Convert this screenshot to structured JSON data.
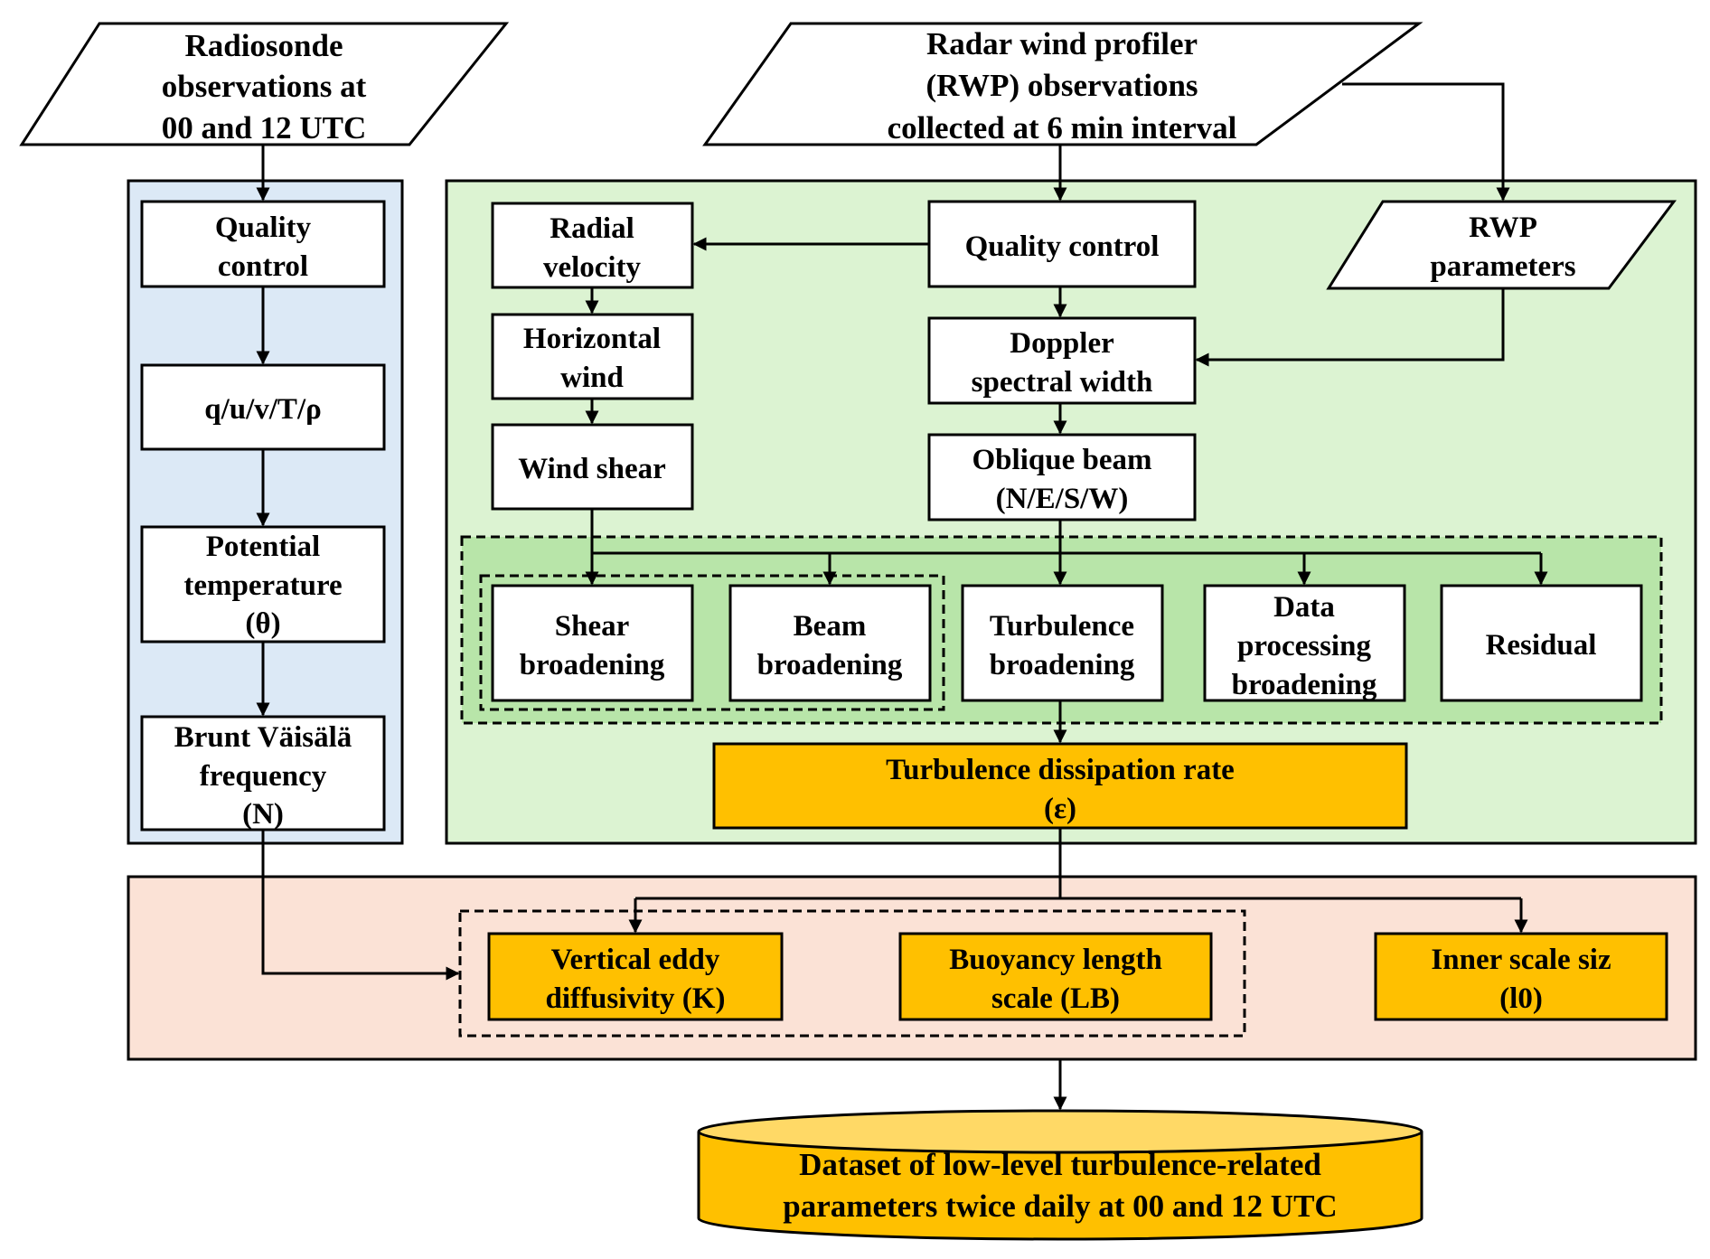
{
  "inputs": {
    "radiosonde": [
      "Radiosonde",
      "observations at",
      "00 and 12 UTC"
    ],
    "rwp": [
      "Radar wind profiler",
      "(RWP) observations",
      "collected at 6 min interval"
    ]
  },
  "radiosonde_chain": {
    "quality_control": [
      "Quality",
      "control"
    ],
    "variables": "q/u/v/T/ρ",
    "potential_temperature": [
      "Potential",
      "temperature",
      "(θ)"
    ],
    "brunt_vaisala": [
      "Brunt Väisälä",
      "frequency",
      "(N)"
    ]
  },
  "rwp_chain": {
    "quality_control": "Quality control",
    "rwp_parameters": [
      "RWP",
      "parameters"
    ],
    "radial_velocity": [
      "Radial",
      "velocity"
    ],
    "horizontal_wind": [
      "Horizontal",
      "wind"
    ],
    "wind_shear": "Wind shear",
    "doppler_width": [
      "Doppler",
      "spectral width"
    ],
    "oblique_beam": [
      "Oblique beam",
      "(N/E/S/W)"
    ]
  },
  "broadening": {
    "shear": [
      "Shear",
      "broadening"
    ],
    "beam": [
      "Beam",
      "broadening"
    ],
    "turbulence": [
      "Turbulence",
      "broadening"
    ],
    "data_processing": [
      "Data",
      "processing",
      "broadening"
    ],
    "residual": "Residual"
  },
  "dissipation": [
    "Turbulence dissipation rate",
    "(ε)"
  ],
  "derived": {
    "eddy_diffusivity": [
      "Vertical eddy",
      "diffusivity (K)"
    ],
    "buoyancy_length": [
      "Buoyancy length",
      "scale (LB)"
    ],
    "inner_scale": [
      "Inner scale siz",
      "(l0)"
    ]
  },
  "dataset": [
    "Dataset of low-level turbulence-related",
    "parameters twice daily at 00 and 12 UTC"
  ],
  "colors": {
    "blue_panel": "#dce9f6",
    "green_panel": "#dcf3d2",
    "green_inner": "#b8e5a9",
    "pink_panel": "#fbe2d6",
    "orange": "#ffc000",
    "cylinder_top": "#ffd966"
  }
}
